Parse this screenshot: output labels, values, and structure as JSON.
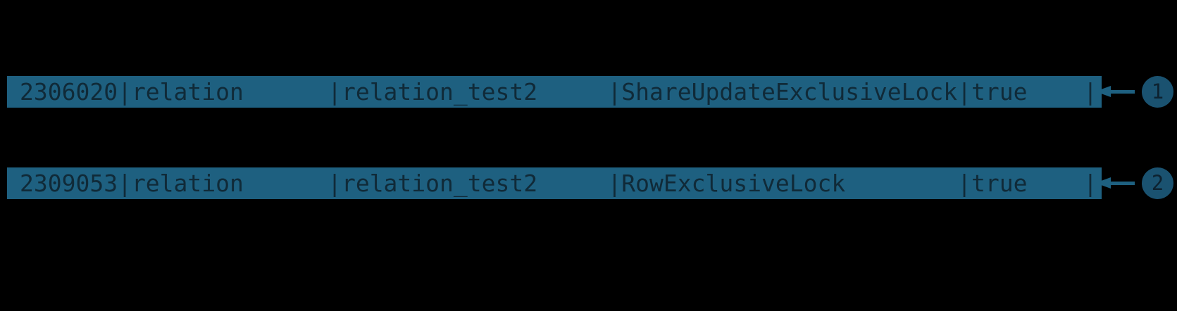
{
  "colors": {
    "background": "#000000",
    "row_highlight": "#1e6080",
    "row_text": "#102a38",
    "arrow": "#1e6080",
    "badge_fill": "#1a5270",
    "badge_text": "#0d2230"
  },
  "terminal": {
    "rows": [
      {
        "line": "2306020|relation      |relation_test2     |ShareUpdateExclusiveLock|true    |",
        "pid": "2306020",
        "locktype": "relation",
        "relation": "relation_test2",
        "mode": "ShareUpdateExclusiveLock",
        "granted": "true"
      },
      {
        "line": "2309053|relation      |relation_test2     |RowExclusiveLock        |true    |",
        "pid": "2309053",
        "locktype": "relation",
        "relation": "relation_test2",
        "mode": "RowExclusiveLock",
        "granted": "true"
      }
    ]
  },
  "annotations": [
    {
      "number": "1"
    },
    {
      "number": "2"
    }
  ]
}
